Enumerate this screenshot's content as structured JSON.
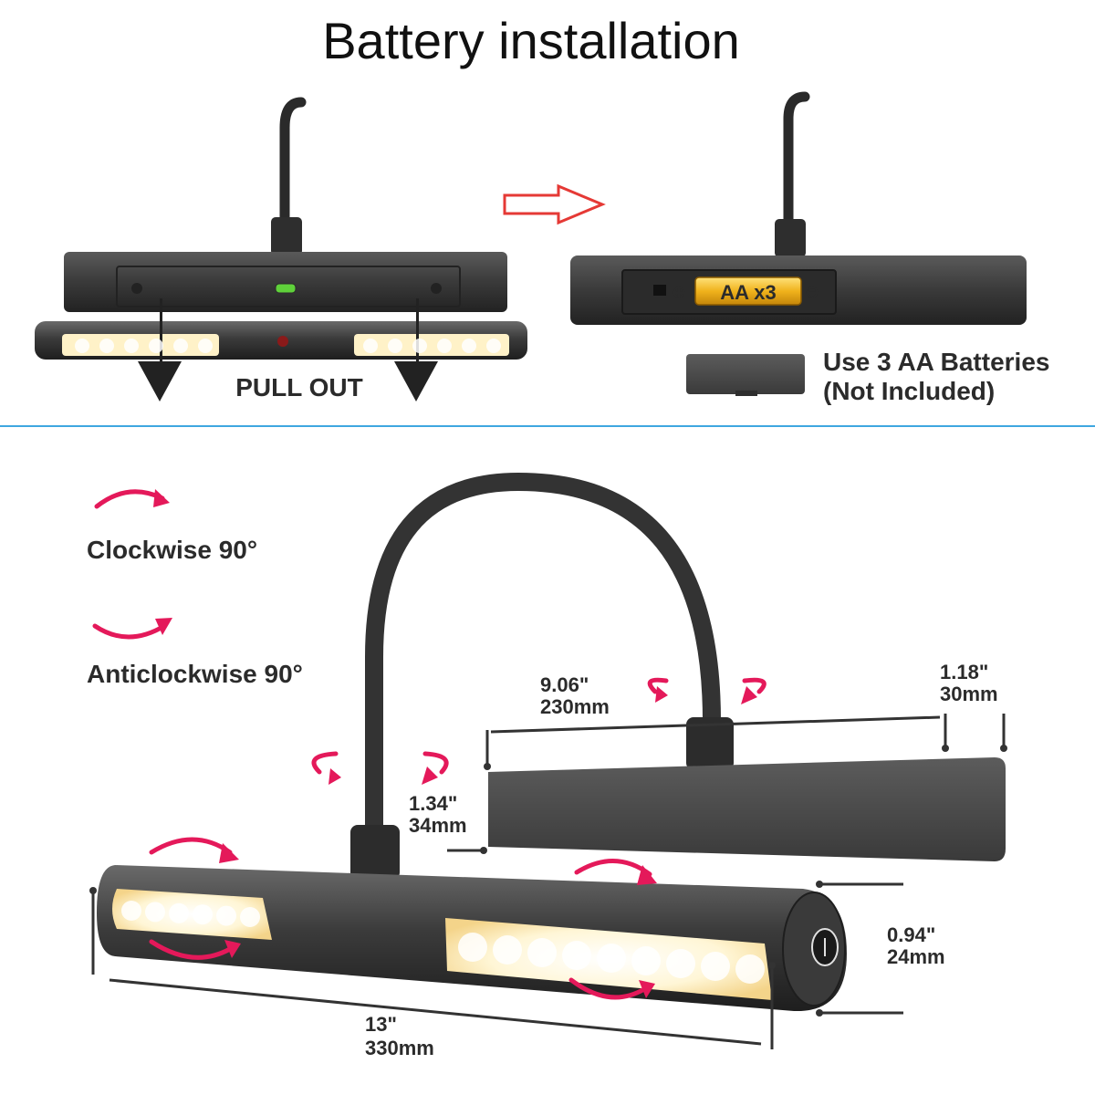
{
  "title": "Battery installation",
  "steps": {
    "pull_label": "PULL OUT",
    "battery_label": "AA x3",
    "battery_polarity": [
      "⊕",
      "⊖"
    ],
    "battery_note_line1": "Use 3 AA Batteries",
    "battery_note_line2": "(Not Included)"
  },
  "rotation": {
    "clockwise_label": "Clockwise 90°",
    "anticlockwise_label": "Anticlockwise 90°"
  },
  "dimensions": {
    "base_length_in": "9.06\"",
    "base_length_mm": "230mm",
    "base_depth_in": "1.18\"",
    "base_depth_mm": "30mm",
    "base_height_in": "1.34\"",
    "base_height_mm": "34mm",
    "bar_diameter_in": "0.94\"",
    "bar_diameter_mm": "24mm",
    "bar_length_in": "13\"",
    "bar_length_mm": "330mm"
  },
  "colors": {
    "accent_arrow": "#e4195a",
    "step_arrow": "#e53935",
    "divider": "#3fa7e0",
    "device_dark": "#3c3c3c",
    "led_glow": "#fff2c8",
    "bubble_level": "#5fd13a"
  }
}
